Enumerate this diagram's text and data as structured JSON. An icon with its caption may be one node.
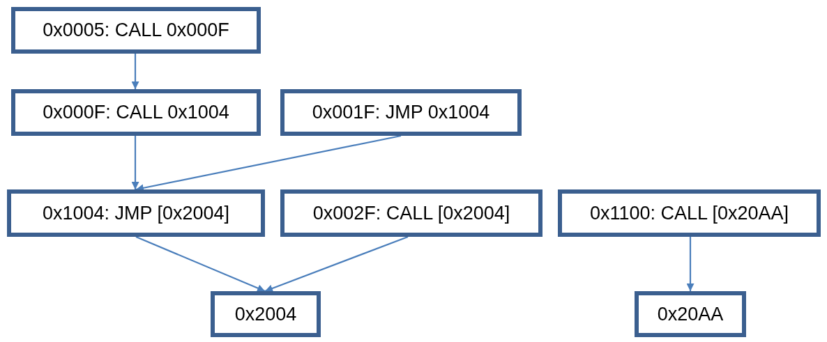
{
  "diagram": {
    "nodes": [
      {
        "text": [
          "0x0005: CALL 0x000F"
        ]
      },
      {
        "text": [
          "0x000F: CALL 0x1004"
        ]
      },
      {
        "text": [
          "0x001F: JMP 0x1004"
        ]
      },
      {
        "text": [
          "0x1004: JMP [0x2004]"
        ]
      },
      {
        "text": [
          "0x002F: CALL [0x2004]"
        ]
      },
      {
        "text": [
          "0x1100: CALL [0x20AA]"
        ]
      },
      {
        "text": [
          "0x2004"
        ]
      },
      {
        "text": [
          "0x20AA"
        ]
      }
    ],
    "edges": [
      {
        "from": 0,
        "to": 1,
        "arrow": "to"
      },
      {
        "from": 1,
        "to": 3,
        "arrow": "to"
      },
      {
        "from": 2,
        "to": 3,
        "arrow": "to"
      },
      {
        "from": 3,
        "to": 6,
        "arrow": "to"
      },
      {
        "from": 4,
        "to": 6,
        "arrow": "to"
      },
      {
        "from": 5,
        "to": 7,
        "arrow": "to"
      }
    ]
  }
}
